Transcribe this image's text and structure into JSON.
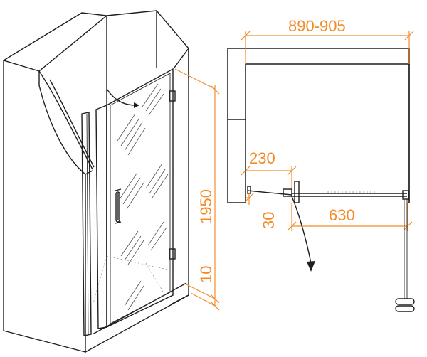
{
  "colors": {
    "accent": "#f28c28",
    "line": "#1f1f1f"
  },
  "dimensions": {
    "width_range": "890-905",
    "height": "1950",
    "bottom_gap": "10",
    "hinge_offset": "230",
    "door_depth": "30",
    "door_width": "630"
  }
}
